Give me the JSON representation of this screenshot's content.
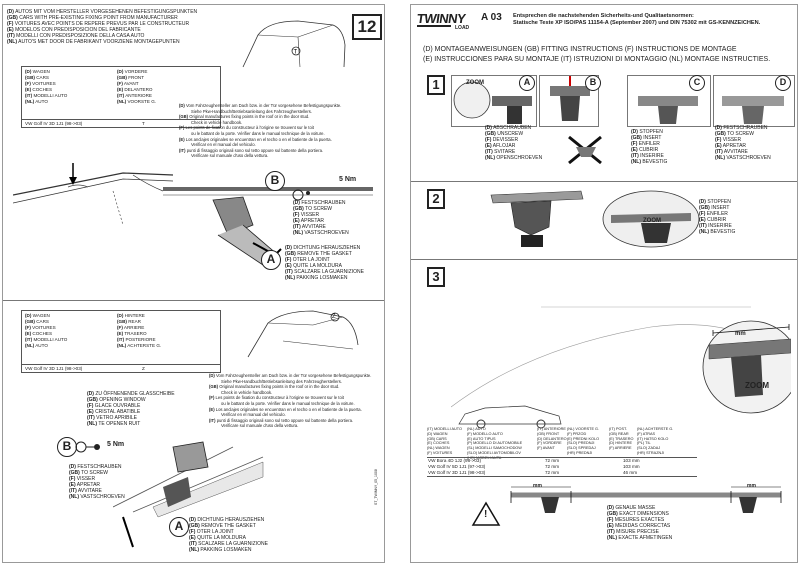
{
  "left": {
    "header_lines": [
      {
        "c": "(D)",
        "t": "AUTOS MIT VOM HERSTELLER VORGESEHENEN BEFESTIGUNGSPUNKTEN"
      },
      {
        "c": "(GB)",
        "t": "CARS WITH PRE-EXISTING FIXING POINT FROM MANUFACTURER"
      },
      {
        "c": "(F)",
        "t": "VOITURES AVEC POINTS DE REPERE PREVUS PAR LE CONSTRUCTEUR"
      },
      {
        "c": "(E)",
        "t": "MODELOS CON PREDISPOSICION DEL FABRICANTE"
      },
      {
        "c": "(IT)",
        "t": "MODELLI CON PREDISPOSIZIONE DELLA CASA AUTO"
      },
      {
        "c": "(NL)",
        "t": "AUTO'S MET DOOR DE FABRIKANT VOORZIENE MONTAGEPUNTEN"
      }
    ],
    "page_number": "12",
    "front_table": {
      "col1": [
        {
          "c": "(D)",
          "t": "WAGEN"
        },
        {
          "c": "(GB)",
          "t": "CARS"
        },
        {
          "c": "(F)",
          "t": "VOITURES"
        },
        {
          "c": "(E)",
          "t": "COCHES"
        },
        {
          "c": "(IT)",
          "t": "MODELLI AUTO"
        },
        {
          "c": "(NL)",
          "t": "AUTO"
        }
      ],
      "col2": [
        {
          "c": "(D)",
          "t": "VORDERE"
        },
        {
          "c": "(GB)",
          "t": "FRONT"
        },
        {
          "c": "(F)",
          "t": "AVANT"
        },
        {
          "c": "(E)",
          "t": "DELANTERO"
        },
        {
          "c": "(IT)",
          "t": "ANTERIORE"
        },
        {
          "c": "(NL)",
          "t": "VOORSTE G."
        }
      ],
      "car": "VW Golf IV 3D 1J1 (98->03)",
      "code": "T"
    },
    "note_lines_1": [
      {
        "c": "(D)",
        "t": "Vom Fahrzeughersteller am Dach bzw. in der Tür vorgesehene Befestigungspunkte."
      },
      {
        "c": "",
        "t": "Siehe Pkw-Handbuch/Betriebsanleitung des Fahrzeugherstellers."
      },
      {
        "c": "(GB)",
        "t": "Original manufactures fixing points in the roof or in the door stud."
      },
      {
        "c": "",
        "t": "Check in vehicle handbook."
      },
      {
        "c": "(F)",
        "t": "Les points de fixation du constructeur à l'origine se trouvent sur le toit"
      },
      {
        "c": "",
        "t": "ou le battant de la porte. Vérifier dans le manual technique de la voiture."
      },
      {
        "c": "(E)",
        "t": "Los anclajes originales se encuentran en el techo o en el batiente de la puerta."
      },
      {
        "c": "",
        "t": "Verificar en el manual del vehiculo."
      },
      {
        "c": "(IT)",
        "t": "punti di fissaggio originali sono sul tetto oppure sul battente della portiera."
      },
      {
        "c": "",
        "t": "Verificare sul manuale d'uso della vettura."
      }
    ],
    "torque_b": "5 Nm",
    "label_b": "B",
    "label_a": "A",
    "screw_lines": [
      {
        "c": "(D)",
        "t": "FESTSCHRAUBEN"
      },
      {
        "c": "(GB)",
        "t": "TO SCREW"
      },
      {
        "c": "(F)",
        "t": "VISSER"
      },
      {
        "c": "(E)",
        "t": "APRETAR"
      },
      {
        "c": "(IT)",
        "t": "AVVITARE"
      },
      {
        "c": "(NL)",
        "t": "VASTSCHROEVEN"
      }
    ],
    "gasket_lines": [
      {
        "c": "(D)",
        "t": "DICHTUNG HERAUSZIEHEN"
      },
      {
        "c": "(GB)",
        "t": "REMOVE THE GASKET"
      },
      {
        "c": "(F)",
        "t": "OTER LA JOINT"
      },
      {
        "c": "(E)",
        "t": "QUITE LA MOLDURA"
      },
      {
        "c": "(IT)",
        "t": "SCALZARE LA GUARNIZIONE"
      },
      {
        "c": "(NL)",
        "t": "PAKKING LOSMAKEN"
      }
    ],
    "rear_table": {
      "col1": [
        {
          "c": "(D)",
          "t": "WAGEN"
        },
        {
          "c": "(GB)",
          "t": "CARS"
        },
        {
          "c": "(F)",
          "t": "VOITURES"
        },
        {
          "c": "(E)",
          "t": "COCHES"
        },
        {
          "c": "(IT)",
          "t": "MODELLI AUTO"
        },
        {
          "c": "(NL)",
          "t": "AUTO"
        }
      ],
      "col2": [
        {
          "c": "(D)",
          "t": "HINTERE"
        },
        {
          "c": "(GB)",
          "t": "REAR"
        },
        {
          "c": "(F)",
          "t": "ARRIERE"
        },
        {
          "c": "(E)",
          "t": "TRASERO"
        },
        {
          "c": "(IT)",
          "t": "POSTERIORE"
        },
        {
          "c": "(NL)",
          "t": "ACHTERSTE G."
        }
      ],
      "car": "VW Golf IV 3D 1J1 (98->03)",
      "code": "Z"
    },
    "rear_marker": "Z",
    "note_lines_2": [
      {
        "c": "(D)",
        "t": "Vom Fahrzeughersteller am Dach bzw. in der Tür vorgesehene Befestigungspunkte."
      },
      {
        "c": "",
        "t": "Siehe Pkw-Handbuch/Betriebsanleitung des Fahrzeugherstellers."
      },
      {
        "c": "(GB)",
        "t": "Original manufactures fixing points in the roof or in the door stud."
      },
      {
        "c": "",
        "t": "Check in vehicle handbook."
      },
      {
        "c": "(F)",
        "t": "Les points de fixation du constructeur à l'origine se trouvent sur le toit"
      },
      {
        "c": "",
        "t": "ou le battant de la porte. Vérifier dans le manual technique de la voiture."
      },
      {
        "c": "(E)",
        "t": "Los anclajes originales se encuentran en el techo o en el batiente de la puerta."
      },
      {
        "c": "",
        "t": "Verificar en el manual del vehiculo."
      },
      {
        "c": "(IT)",
        "t": "punti di fissaggio originali sono sul tetto oppure sul battente della portiera."
      },
      {
        "c": "",
        "t": "Verificare sul manuale d'uso della vettura."
      }
    ],
    "open_window_lines": [
      {
        "c": "(D)",
        "t": "ZU ÖFFNENENDE GLASSCHEIBE"
      },
      {
        "c": "(GB)",
        "t": "OPENING WINDOW"
      },
      {
        "c": "(F)",
        "t": "GLACE OUVRABLE"
      },
      {
        "c": "(E)",
        "t": "CRISTAL ABATIBLE"
      },
      {
        "c": "(IT)",
        "t": "VETRO APRIBILE"
      },
      {
        "c": "(NL)",
        "t": "TE OPENEN RUIT"
      }
    ],
    "torque_b2": "5 Nm",
    "screw_lines_2": [
      {
        "c": "(D)",
        "t": "FESTSCHRAUBEN"
      },
      {
        "c": "(GB)",
        "t": "TO SCREW"
      },
      {
        "c": "(F)",
        "t": "VISSER"
      },
      {
        "c": "(E)",
        "t": "APRETAR"
      },
      {
        "c": "(IT)",
        "t": "AVVITARE"
      },
      {
        "c": "(NL)",
        "t": "VASTSCHROEVEN"
      }
    ],
    "gasket_lines_2": [
      {
        "c": "(D)",
        "t": "DICHTUNG HERAUSZIEHEN"
      },
      {
        "c": "(GB)",
        "t": "REMOVE THE GASKET"
      },
      {
        "c": "(F)",
        "t": "OTER LA JOINT"
      },
      {
        "c": "(E)",
        "t": "QUITE LA MOLDURA"
      },
      {
        "c": "(IT)",
        "t": "SCALZARE LA GUARNIZIONE"
      },
      {
        "c": "(NL)",
        "t": "PAKKING LOSMAKEN"
      }
    ],
    "side_code": "ST_TWINNY_05_1008"
  },
  "right": {
    "logo_top": "TWINNY",
    "logo_bottom": "LOAD",
    "logo_code": "A 03",
    "standards_line1": "Entsprechen die nachstehenden Sicherheits-und Qualitaetsnormen:",
    "standards_line2": "Statische Teste XP ISO/PAS 11154-A (September 2007) und DIN 75302 mit GS-KENNZEICHEN.",
    "instructions_line1": "(D) MONTAGEANWEISUNGEN  (GB) FITTING INSTRUCTIONS  (F) INSTRUCTIONS DE MONTAGE",
    "instructions_line2": "(E) INSTRUCCIONES PARA SU MONTAJE  (IT) ISTRUZIONI DI MONTAGGIO  (NL) MONTAGE INSTRUCTIES.",
    "step1": "1",
    "step2": "2",
    "step3": "3",
    "zoom": "ZOOM",
    "panel_labels": [
      "A",
      "B",
      "C",
      "D"
    ],
    "unscrew_lines": [
      {
        "c": "(D)",
        "t": "ABSCHRAUBEN"
      },
      {
        "c": "(GB)",
        "t": "UNSCREW"
      },
      {
        "c": "(F)",
        "t": "DEVISSER"
      },
      {
        "c": "(E)",
        "t": "AFLOJAR"
      },
      {
        "c": "(IT)",
        "t": "SVITARE"
      },
      {
        "c": "(NL)",
        "t": "OPENSCHROEVEN"
      }
    ],
    "insert_lines": [
      {
        "c": "(D)",
        "t": "STOPFEN"
      },
      {
        "c": "(GB)",
        "t": "INSERT"
      },
      {
        "c": "(F)",
        "t": "ENFILER"
      },
      {
        "c": "(E)",
        "t": "CUBRIR"
      },
      {
        "c": "(IT)",
        "t": "INSERIRE"
      },
      {
        "c": "(NL)",
        "t": "BEVESTIG"
      }
    ],
    "screw_lines": [
      {
        "c": "(D)",
        "t": "FESTSCHRAUBEN"
      },
      {
        "c": "(GB)",
        "t": "TO SCREW"
      },
      {
        "c": "(F)",
        "t": "VISSER"
      },
      {
        "c": "(E)",
        "t": "APRETAR"
      },
      {
        "c": "(IT)",
        "t": "AVVITARE"
      },
      {
        "c": "(NL)",
        "t": "VASTSCHROEVEN"
      }
    ],
    "insert_lines_2": [
      {
        "c": "(D)",
        "t": "STOPFEN"
      },
      {
        "c": "(GB)",
        "t": "INSERT"
      },
      {
        "c": "(F)",
        "t": "ENFILER"
      },
      {
        "c": "(E)",
        "t": "CUBRIR"
      },
      {
        "c": "(IT)",
        "t": "INSERIRE"
      },
      {
        "c": "(NL)",
        "t": "BEVESTIG"
      }
    ],
    "mm_label": "mm",
    "zoom2": "ZOOM",
    "measure_header": {
      "g1": [
        "(IT) MODELLI AUTO",
        "(D) WAGEN",
        "(GB) CARS",
        "(E) COCHES",
        "(NL) WAGEN",
        "(F) VOITURES"
      ],
      "g2": [
        "(NL) AUTO",
        "(F) MODELLO AUTO",
        "(E) AUTO TIPUS",
        "(P) MODELLO DI AUTOMOBILE",
        "(SL) MODELLI SAMOCHODOW",
        "(SLO) MODELI AVTOMOBILOV",
        "(HR) MODELI AUTA"
      ],
      "g3": [
        "(IT) ANTERIORE",
        "(GB) FRONT",
        "(D) DELANTERO",
        "(F) VORDERE",
        "(F) AVANT"
      ],
      "g4": [
        "(NL) VOORSTE G.",
        "(F) PRZOD",
        "(E) PREDNI KOLO",
        "(SLO) PREDNJI",
        "(SLO) SPREDAJ",
        "(HR) PREDNJI"
      ],
      "g5": [
        "(IT) POST.",
        "(GB) REAR",
        "(E) TRASERO",
        "(D) HINTERE",
        "(F) ARRIERE"
      ],
      "g6": [
        "(NL) ACHTERSTE G.",
        "(F) ATRAS",
        "(IT) HATSO KOLO",
        "(PL) TIL",
        "(SLO) ZADAJ",
        "(HR) STRAZNJI"
      ]
    },
    "measure_rows": [
      {
        "car": "VW Bora 4D 1J2 (98->03)",
        "front": "72 mm",
        "rear": "103 mm"
      },
      {
        "car": "VW Golf IV 5D 1J1 (97->03)",
        "front": "72 mm",
        "rear": "103 mm"
      },
      {
        "car": "VW Golf IV 3D 1J1 (98->03)",
        "front": "72 mm",
        "rear": "46 mm"
      }
    ],
    "mm_left": "mm",
    "mm_right": "mm",
    "measure_lines": [
      {
        "c": "(D)",
        "t": "GENAUE MASSE"
      },
      {
        "c": "(GB)",
        "t": "EXACT DIMENSIONS"
      },
      {
        "c": "(F)",
        "t": "MESURES EXACTES"
      },
      {
        "c": "(E)",
        "t": "MEDIDAS CORRECTAS"
      },
      {
        "c": "(IT)",
        "t": "MISURE PRECISE"
      },
      {
        "c": "(NL)",
        "t": "EXACTE AFMETINGEN"
      }
    ],
    "warning_symbol": "!"
  },
  "colors": {
    "ink": "#222222",
    "gray": "#9a9a9a",
    "panel_bg": "#efefef"
  }
}
